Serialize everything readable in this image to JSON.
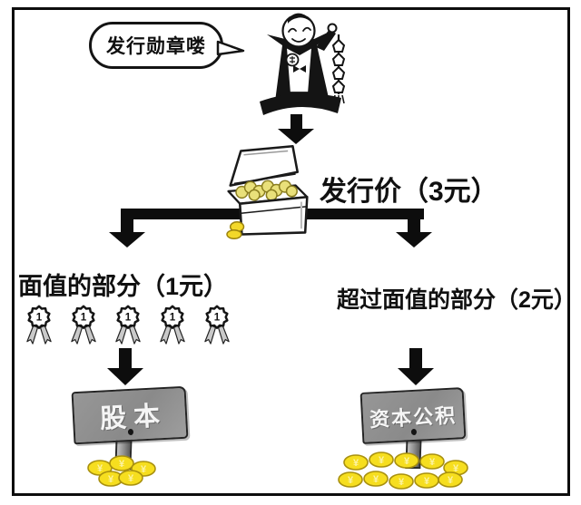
{
  "scene": {
    "speech_bubble_text": "发行勋章喽",
    "issue_price_label": "发行价（3元）",
    "left_branch": {
      "label": "面值的部分（1元）",
      "medal_value": "1",
      "medal_count": 5,
      "sign_label": "股本"
    },
    "right_branch": {
      "label": "超过面值的部分（2元）",
      "sign_label": "资本公积"
    },
    "coin_symbol": "¥",
    "colors": {
      "ink": "#0d0d0d",
      "coin_fill": "#F6DE1F",
      "coin_stroke": "#A8900E",
      "coin_symbol_color": "#FCF3A4",
      "chest_coin_fill": "#E9E07A",
      "sign_gray": "#8B8B8B"
    }
  }
}
